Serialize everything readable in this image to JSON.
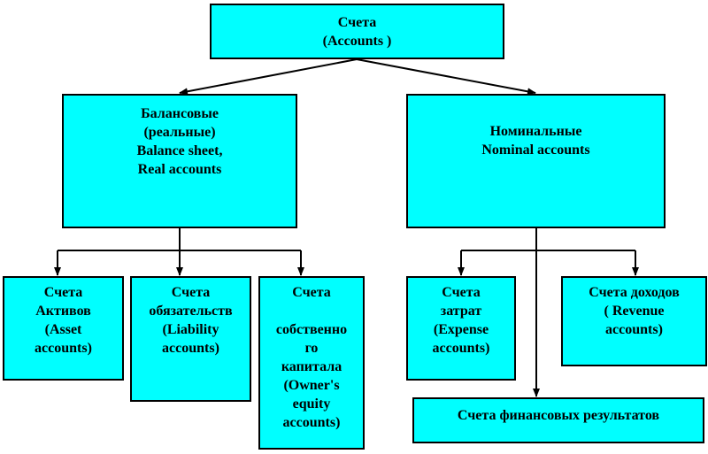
{
  "colors": {
    "box_fill": "#00ffff",
    "box_border": "#000000",
    "connector": "#000000"
  },
  "nodes": {
    "root": {
      "lines": [
        "Счета",
        "(Accounts )"
      ]
    },
    "balance": {
      "lines": [
        "Балансовые",
        "(реальные)",
        "Balance sheet,",
        "Real accounts"
      ]
    },
    "nominal": {
      "lines": [
        "Номинальные",
        "Nominal accounts"
      ]
    },
    "assets": {
      "lines": [
        "Счета",
        "Активов",
        "(Asset",
        "accounts)"
      ]
    },
    "liabilities": {
      "lines": [
        "Счета",
        "обязательств",
        "(Liability",
        "accounts)"
      ]
    },
    "equity": {
      "lines": [
        "Счета",
        "",
        "собственно",
        "го",
        "капитала",
        "(Owner's",
        "equity",
        "accounts)"
      ]
    },
    "expenses": {
      "lines": [
        "Счета",
        "затрат",
        "(Expense",
        "accounts)"
      ]
    },
    "revenue": {
      "lines": [
        "Счета доходов",
        "( Revenue",
        "accounts)"
      ]
    },
    "results": {
      "lines": [
        "Счета финансовых результатов"
      ]
    }
  }
}
